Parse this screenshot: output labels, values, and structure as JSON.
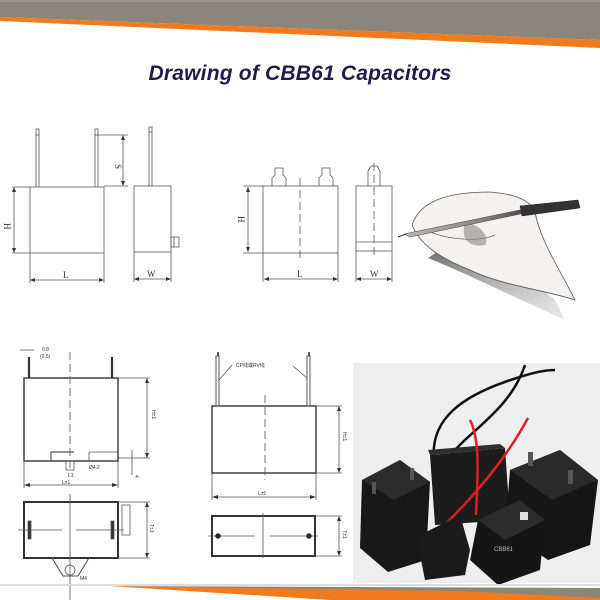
{
  "title": "Drawing of CBB61 Capacitors",
  "colors": {
    "band_gray": "#8c857c",
    "band_orange": "#f07a1c",
    "title": "#1f1c4a",
    "line": "#444444"
  },
  "drawings": {
    "wire_lead_type": {
      "front_labels": {
        "height": "H",
        "length": "L",
        "pin_spacing": "S"
      },
      "side_labels": {
        "width": "W"
      }
    },
    "terminal_type": {
      "front_labels": {
        "height": "H",
        "length": "L"
      },
      "side_labels": {
        "width": "W"
      }
    },
    "pcb_type_a": {
      "labels": {
        "pin_top": "0.8",
        "pin_bottom": "(0.5)",
        "height": "H±1",
        "length": "L±1",
        "hole": "Ø4.2",
        "tab_offset": "4",
        "thickness": "T±1",
        "slot_width": "L1",
        "screw": "M4"
      }
    },
    "pcb_type_b": {
      "labels": {
        "callout": "CP线或RV线",
        "height": "H±1",
        "length": "L±1",
        "thickness": "T±1"
      }
    }
  },
  "images": {
    "hand_with_pen": "hand-holding-pen-sketch",
    "product_photo": "black-cbb61-capacitors-with-red-and-black-wires",
    "product_label": "CBB61"
  }
}
